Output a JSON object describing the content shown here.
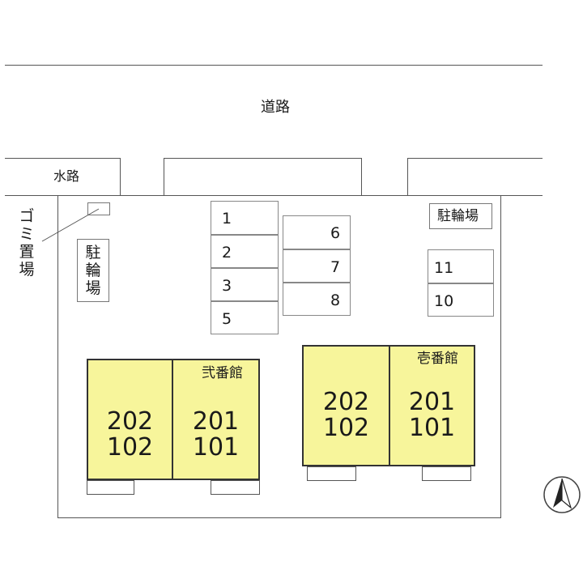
{
  "labels": {
    "road": "道路",
    "waterway": "水路",
    "garbage_area_chars": [
      "ゴ",
      "ミ",
      "置",
      "場"
    ],
    "bike_left_chars": [
      "駐",
      "輪",
      "場"
    ],
    "bike_right": "駐輪場"
  },
  "parking": {
    "col1": [
      "1",
      "2",
      "3",
      "5"
    ],
    "col2": [
      "6",
      "7",
      "8"
    ],
    "col3": [
      "11",
      "10"
    ]
  },
  "buildings": {
    "ni": {
      "name": "弐番館",
      "left_units": [
        "202",
        "102"
      ],
      "right_units": [
        "201",
        "101"
      ]
    },
    "ichi": {
      "name": "壱番館",
      "left_units": [
        "202",
        "102"
      ],
      "right_units": [
        "201",
        "101"
      ]
    }
  },
  "colors": {
    "building_fill": "#f7f59b",
    "line": "#555555"
  },
  "icons": {
    "north_arrow": "north-arrow-icon"
  }
}
